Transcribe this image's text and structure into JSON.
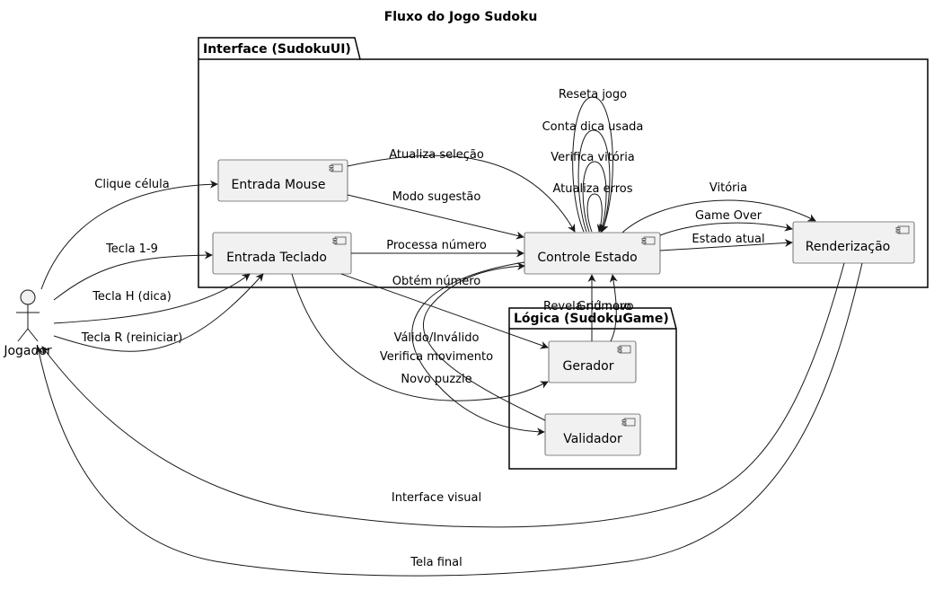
{
  "title": "Fluxo do Jogo Sudoku",
  "packages": {
    "ui": "Interface (SudokuUI)",
    "logic": "Lógica (SudokuGame)"
  },
  "actor": {
    "label": "Jogador"
  },
  "components": {
    "mouse": "Entrada Mouse",
    "keyboard": "Entrada Teclado",
    "control": "Controle Estado",
    "render": "Renderização",
    "generator": "Gerador",
    "validator": "Validador"
  },
  "edges": {
    "click": "Clique célula",
    "key19": "Tecla 1-9",
    "keyH": "Tecla H (dica)",
    "keyR": "Tecla R (reiniciar)",
    "update_selection": "Atualiza seleção",
    "suggest_mode": "Modo sugestão",
    "process_number": "Processa número",
    "get_number": "Obtém número",
    "valid_invalid": "Válido/Inválido",
    "check_move": "Verifica movimento",
    "new_puzzle": "Novo puzzle",
    "reveal": "Revela número",
    "new_grid": "Grid novo",
    "reset": "Reseta jogo",
    "count_hint": "Conta dica usada",
    "check_win": "Verifica vitória",
    "update_errors": "Atualiza erros",
    "victory": "Vitória",
    "game_over": "Game Over",
    "current_state": "Estado atual",
    "visual_interface": "Interface visual",
    "final_screen": "Tela final"
  }
}
